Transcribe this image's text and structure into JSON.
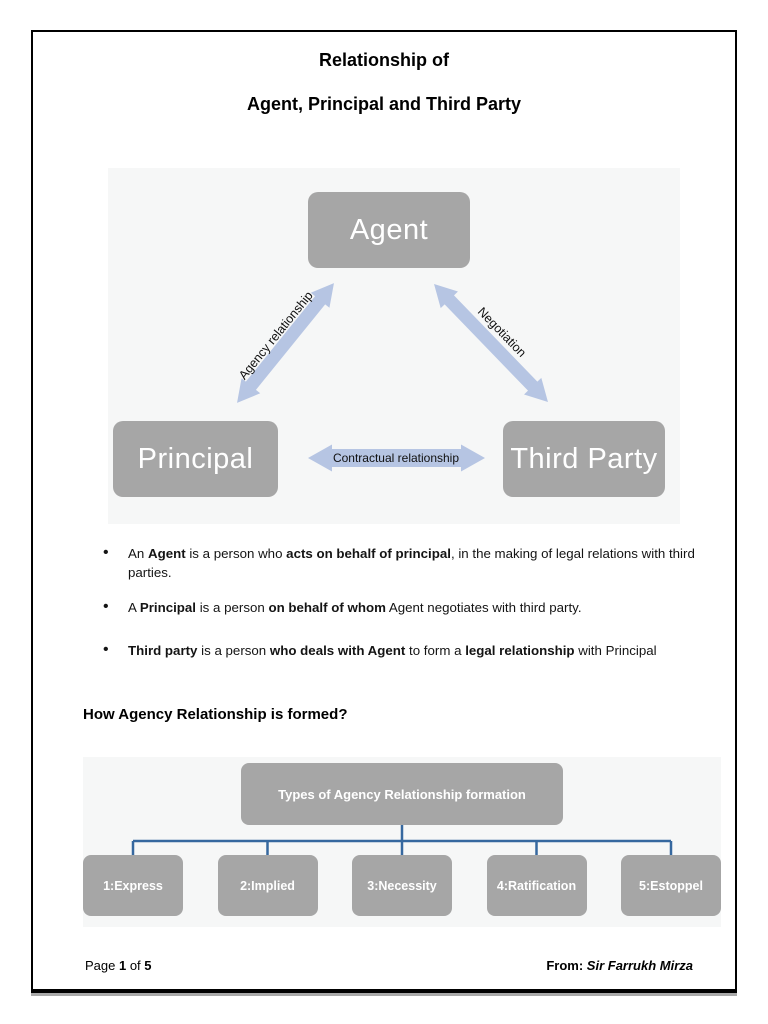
{
  "title": {
    "line1": "Relationship of",
    "line2": "Agent, Principal and Third Party"
  },
  "triangle_diagram": {
    "agent_label": "Agent",
    "principal_label": "Principal",
    "third_party_label": "Third Party",
    "agency_arrow_label": "Agency relationship",
    "negotiation_arrow_label": "Negotiation",
    "contractual_arrow_label": "Contractual relationship"
  },
  "bullets": {
    "agent": {
      "r0": "An ",
      "r1": "Agent",
      "r2": " is a person who ",
      "r3": "acts on behalf of principal",
      "r4": ", in the making of legal relations with third parties."
    },
    "principal": {
      "r0": "A ",
      "r1": "Principal",
      "r2": " is a person ",
      "r3": "on behalf of whom",
      "r4": " Agent negotiates with third party."
    },
    "third_party": {
      "r0": "Third party",
      "r1": " is a person ",
      "r2": "who deals with Agent",
      "r3": " to form a ",
      "r4": "legal relationship",
      "r5": " with Principal"
    }
  },
  "section_heading": "How Agency Relationship is formed?",
  "flowchart": {
    "root_label": "Types of Agency Relationship formation",
    "children": [
      "1:Express",
      "2:Implied",
      "3:Necessity",
      "4:Ratification",
      "5:Estoppel"
    ]
  },
  "footer": {
    "page_word": "Page ",
    "page_number": "1",
    "of_word": " of ",
    "page_total": "5",
    "from_label": "From: ",
    "author": "Sir Farrukh Mirza"
  },
  "colors": {
    "node_fill": "#a6a6a6",
    "node_text": "#ffffff",
    "arrow_fill": "#b6c5e3",
    "connector_blue": "#36689f",
    "canvas_bg": "#f6f7f7",
    "page_border": "#000000"
  }
}
